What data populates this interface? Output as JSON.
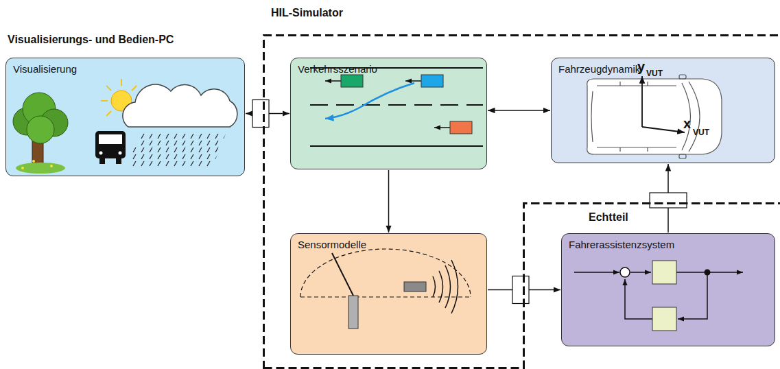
{
  "diagram": {
    "nodes": [
      {
        "text": [
          "Visualisierungs- und Bedien-PC",
          "Visualisierung"
        ]
      },
      {
        "text": [
          "HIL-Simulator"
        ]
      },
      {
        "text": [
          "Verkehrsszenario"
        ],
        "in": 1
      },
      {
        "text": [
          "Fahrzeugdynamik"
        ],
        "in": 1
      },
      {
        "text": [
          "Sensormodelle"
        ],
        "in": 1
      },
      {
        "text": [
          "Echtteil"
        ]
      },
      {
        "text": [
          "Fahrerassistenzsystem"
        ],
        "in": 5
      }
    ],
    "edges": [
      {
        "from": 0,
        "to": 2,
        "arrow": "both"
      },
      {
        "from": 2,
        "to": 3,
        "arrow": "both"
      },
      {
        "from": 2,
        "to": 4,
        "arrow": "to"
      },
      {
        "from": 4,
        "to": 6,
        "arrow": "to"
      },
      {
        "from": 6,
        "to": 3,
        "arrow": "to"
      }
    ],
    "labels": [
      "y",
      "VUT",
      "x",
      "VUT"
    ]
  }
}
